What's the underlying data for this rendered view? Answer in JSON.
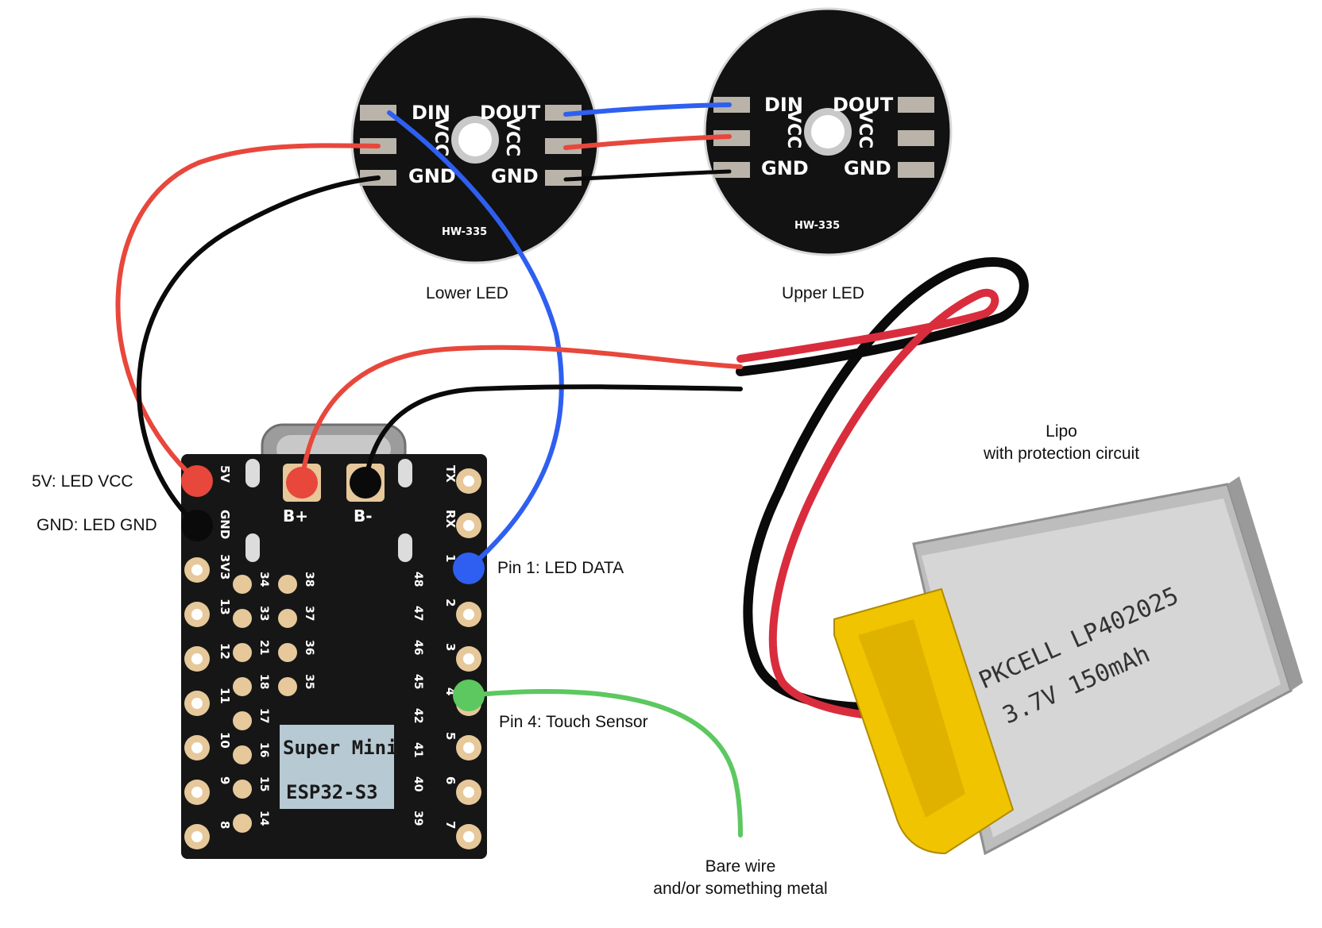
{
  "labels": {
    "lower_led": "Lower LED",
    "upper_led": "Upper LED",
    "lipo_line1": "Lipo",
    "lipo_line2": "with protection circuit",
    "v5_led_vcc": "5V: LED VCC",
    "gnd_led_gnd": "GND: LED GND",
    "pin1_led_data": "Pin 1: LED DATA",
    "pin4_touch": "Pin 4: Touch Sensor",
    "bare_wire_line1": "Bare wire",
    "bare_wire_line2": "and/or something metal"
  },
  "led_silk": {
    "din": "DIN",
    "dout": "DOUT",
    "vcc": "VCC",
    "gnd": "GND",
    "model": "HW-335"
  },
  "board_silk": {
    "name_line1": "Super Mini",
    "name_line2": "ESP32-S3",
    "b_plus": "B+",
    "b_minus": "B-",
    "left_pins": [
      "5V",
      "GND",
      "3V3",
      "13",
      "12",
      "11",
      "10",
      "9",
      "8"
    ],
    "right_pins": [
      "TX",
      "RX",
      "1",
      "2",
      "3",
      "4",
      "5",
      "6",
      "7"
    ],
    "inner_left_a": [
      "34",
      "33",
      "21",
      "18",
      "17",
      "16",
      "15",
      "14"
    ],
    "inner_left_b": [
      "38",
      "37",
      "36",
      "35"
    ],
    "inner_right": [
      "48",
      "47",
      "46",
      "45",
      "42",
      "41",
      "40",
      "39"
    ]
  },
  "battery": {
    "model": "PKCELL LP402025",
    "rating": "3.7V 150mAh"
  },
  "colors": {
    "red_wire": "#e8473c",
    "black_wire": "#0a0a0a",
    "blue_wire": "#2e5ff0",
    "green_wire": "#5cc85f",
    "pcb": "#161616",
    "gold": "#e6c89a",
    "battery_tape": "#f0c400"
  }
}
